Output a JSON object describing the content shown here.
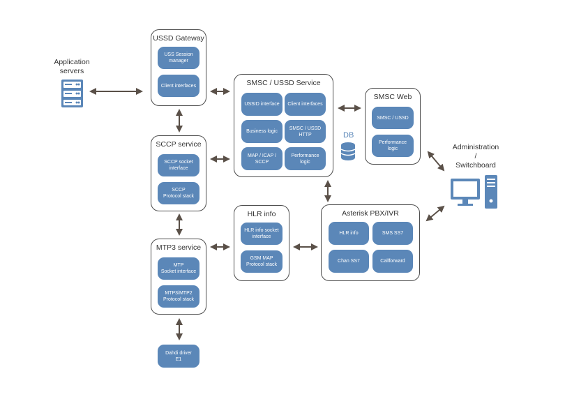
{
  "external": {
    "app_servers": "Application\nservers",
    "administration": "Administration\n/\nSwitchboard",
    "db": "DB",
    "dahdi": "Dahdi driver\nE1"
  },
  "ussd_gateway": {
    "title": "USSD Gateway",
    "items": [
      "USS Session\nmanager",
      "Client interfaces"
    ]
  },
  "sccp_service": {
    "title": "SCCP service",
    "items": [
      "SCCP socket\ninterface",
      "SCCP\nProtocol stack"
    ]
  },
  "mtp3_service": {
    "title": "MTP3 service",
    "items": [
      "MTP\nSocket interface",
      "MTP3/MTP2\nProtocol stack"
    ]
  },
  "smsc_ussd_service": {
    "title": "SMSC / USSD Service",
    "items": [
      "USSID interface",
      "Client interfaces",
      "Business logic",
      "SMSC / USSD\nHTTP",
      "MAP / ICAP /\nSCCP",
      "Performance\nlogic"
    ]
  },
  "smsc_web": {
    "title": "SMSC Web",
    "items": [
      "SMSC / USSD",
      "Performance\nlogic"
    ]
  },
  "hlr_info": {
    "title": "HLR info",
    "items": [
      "HLR info socket\ninterface",
      "GSM MAP\nProtocol stack"
    ]
  },
  "asterisk": {
    "title": "Asterisk PBX/IVR",
    "items": [
      "HLR info",
      "SMS SS7",
      "Chan SS7",
      "Callforward"
    ]
  },
  "colors": {
    "chip": "#5b87b8",
    "border": "#4d4d4d",
    "arrow": "#5a5048"
  }
}
